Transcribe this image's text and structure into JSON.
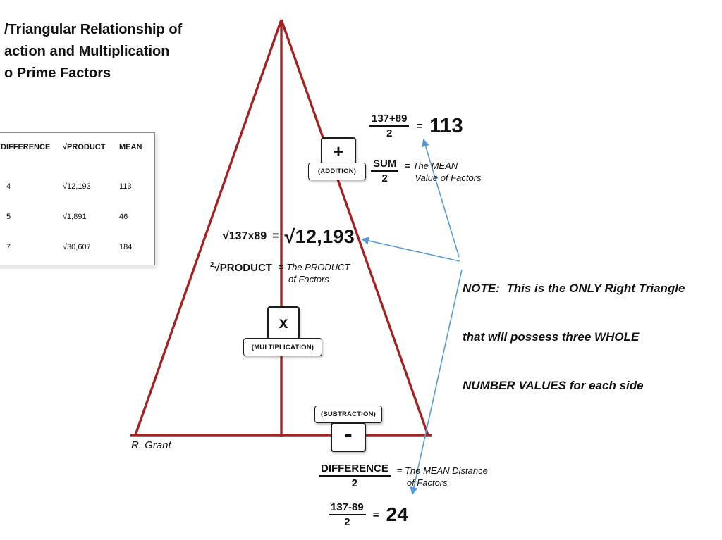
{
  "title": {
    "line1": "/Triangular Relationship of",
    "line2": "action and Multiplication",
    "line3": "o Prime Factors"
  },
  "signature": "R. Grant",
  "table": {
    "headers": {
      "col1": "DIFFERENCE",
      "col2": "√PRODUCT",
      "col3": "MEAN"
    },
    "rows": [
      {
        "difference": "4",
        "product": "√12,193",
        "mean": "113"
      },
      {
        "difference": "5",
        "product": "√1,891",
        "mean": "46"
      },
      {
        "difference": "7",
        "product": "√30,607",
        "mean": "184"
      }
    ]
  },
  "addition": {
    "symbol": "+",
    "label": "(ADDITION)"
  },
  "multiplication": {
    "symbol": "x",
    "label": "(MULTIPLICATION)"
  },
  "subtraction": {
    "symbol": "-",
    "label": "(SUBTRACTION)"
  },
  "sum_calc": {
    "numerator": "137+89",
    "denominator": "2",
    "equals": "=",
    "result": "113"
  },
  "sum_def": {
    "numerator": "SUM",
    "denominator": "2",
    "equals": "=",
    "text1": "The MEAN",
    "text2": "Value of Factors"
  },
  "product_calc": {
    "lhs": "√137x89",
    "equals": "=",
    "result": "√12,193"
  },
  "product_def": {
    "sup": "2",
    "base": "√PRODUCT",
    "equals": "=",
    "text1": "The PRODUCT",
    "text2": "of Factors"
  },
  "difference_def": {
    "numerator": "DIFFERENCE",
    "denominator": "2",
    "equals": "=",
    "text1": "The MEAN Distance",
    "text2": "of Factors"
  },
  "difference_calc": {
    "numerator": "137-89",
    "denominator": "2",
    "equals": "=",
    "result": "24"
  },
  "note": {
    "line1": "NOTE:  This is the ONLY Right Triangle",
    "line2": "that will possess three WHOLE",
    "line3": "NUMBER VALUES for each side"
  },
  "colors": {
    "triangle": "#a32322",
    "arrow": "#5b9bd5"
  }
}
